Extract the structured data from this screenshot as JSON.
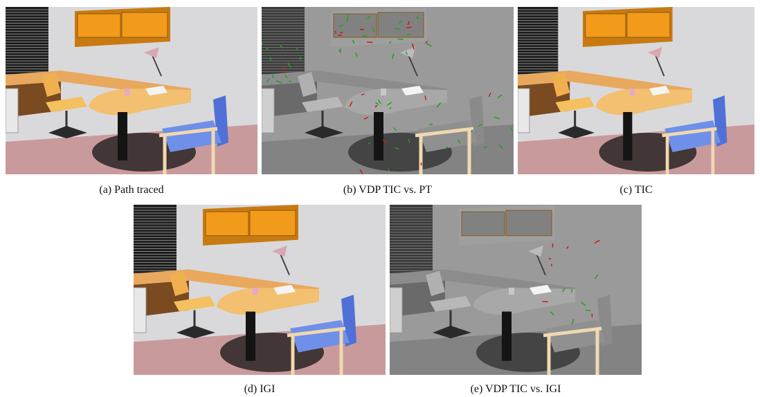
{
  "figure": {
    "panels": [
      {
        "id": "a",
        "caption": "(a) Path traced",
        "style": "color"
      },
      {
        "id": "b",
        "caption": "(b) VDP TIC vs. PT",
        "style": "diff"
      },
      {
        "id": "c",
        "caption": "(c) TIC",
        "style": "color"
      },
      {
        "id": "d",
        "caption": "(d) IGI",
        "style": "color"
      },
      {
        "id": "e",
        "caption": "(e) VDP TIC vs. IGI",
        "style": "diff"
      }
    ],
    "colors": {
      "wall": "#d9d9dc",
      "floor": "#c99a9c",
      "cabinet": "#f29a1a",
      "desk": "#e8a85e",
      "chair_seat": "#6f90e8",
      "shadow": "#2a2424",
      "diff_bg": "#9a9a9a",
      "diff_red": "#d01818",
      "diff_green": "#18a818"
    }
  }
}
